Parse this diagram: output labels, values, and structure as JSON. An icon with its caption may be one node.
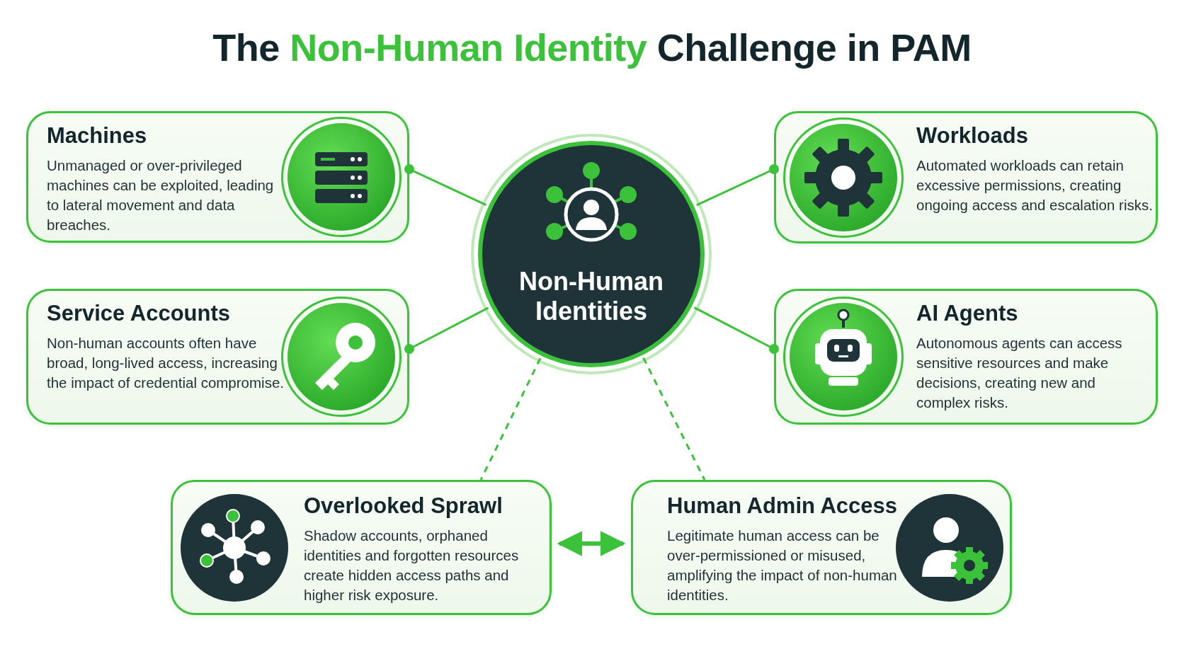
{
  "diagram": {
    "title": "The Non-Human Identity Challenge in PAM",
    "nodes": [
      {
        "text": [
          "Non-Human Identities"
        ]
      },
      {
        "text": [
          "Machines",
          "Unmanaged or over-privileged machines can be exploited, leading to lateral movement and data breaches."
        ]
      },
      {
        "text": [
          "Service Accounts",
          "Non-human accounts often have broad, long-lived access, increasing the impact of credential compromise."
        ]
      },
      {
        "text": [
          "Workloads",
          "Automated workloads can retain excessive permissions, creating ongoing access and escalation risks."
        ]
      },
      {
        "text": [
          "AI Agents",
          "Autonomous agents can access sensitive resources and make decisions, creating new and complex risks."
        ]
      },
      {
        "text": [
          "Overlooked Sprawl",
          "Shadow accounts, orphaned identities and forgotten resources create hidden access paths and higher risk exposure."
        ]
      },
      {
        "text": [
          "Human Admin Access",
          "Legitimate human access can be over-permissioned or misused, amplifying the impact of non-human identities."
        ]
      }
    ],
    "edges": [
      {
        "from": 0,
        "to": 1,
        "arrow": "other"
      },
      {
        "from": 0,
        "to": 2,
        "arrow": "other"
      },
      {
        "from": 0,
        "to": 3,
        "arrow": "other"
      },
      {
        "from": 0,
        "to": 4,
        "arrow": "other"
      },
      {
        "from": 0,
        "to": 5,
        "arrow": "none",
        "style": "dashed"
      },
      {
        "from": 0,
        "to": 6,
        "arrow": "none",
        "style": "dashed"
      },
      {
        "from": 5,
        "to": 6,
        "arrow": "both",
        "style": "thick"
      }
    ]
  }
}
